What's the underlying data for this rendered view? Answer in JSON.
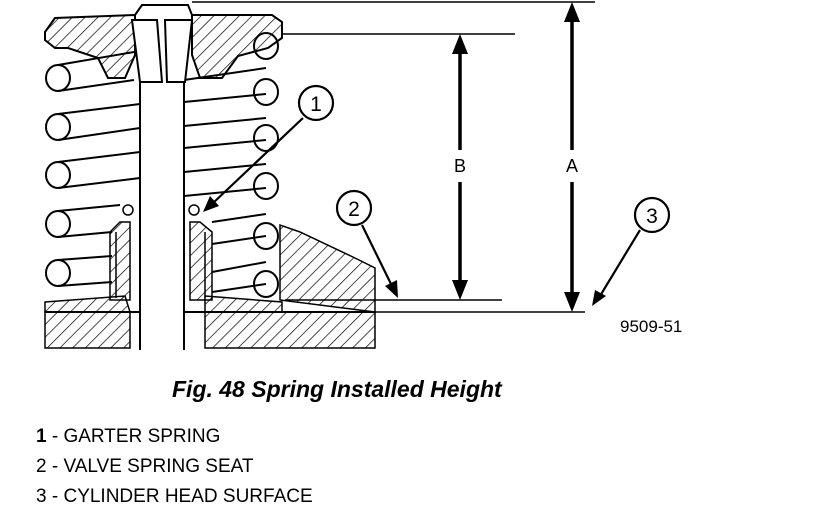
{
  "figure": {
    "title": "Fig. 48 Spring Installed Height",
    "code": "9509-51",
    "dimension_labels": {
      "a": "A",
      "b": "B"
    },
    "callouts": [
      "1",
      "2",
      "3"
    ],
    "legend": [
      {
        "num": "1",
        "text": "GARTER SPRING"
      },
      {
        "num": "2",
        "text": "VALVE SPRING SEAT"
      },
      {
        "num": "3",
        "text": "CYLINDER HEAD SURFACE"
      }
    ]
  }
}
